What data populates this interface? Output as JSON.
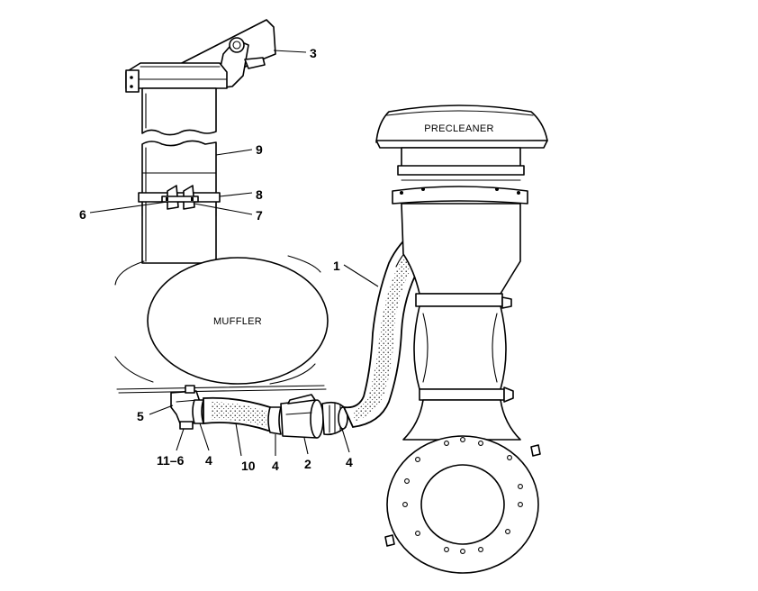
{
  "labels": {
    "precleaner": "PRECLEANER",
    "muffler": "MUFFLER"
  },
  "callouts": {
    "c1": "1",
    "c2": "2",
    "c3": "3",
    "c4a": "4",
    "c4b": "4",
    "c4c": "4",
    "c5": "5",
    "c6": "6",
    "c7": "7",
    "c8": "8",
    "c9": "9",
    "c10": "10",
    "c11_6": "11–6"
  },
  "colors": {
    "ink": "#000000",
    "paper": "#ffffff"
  }
}
